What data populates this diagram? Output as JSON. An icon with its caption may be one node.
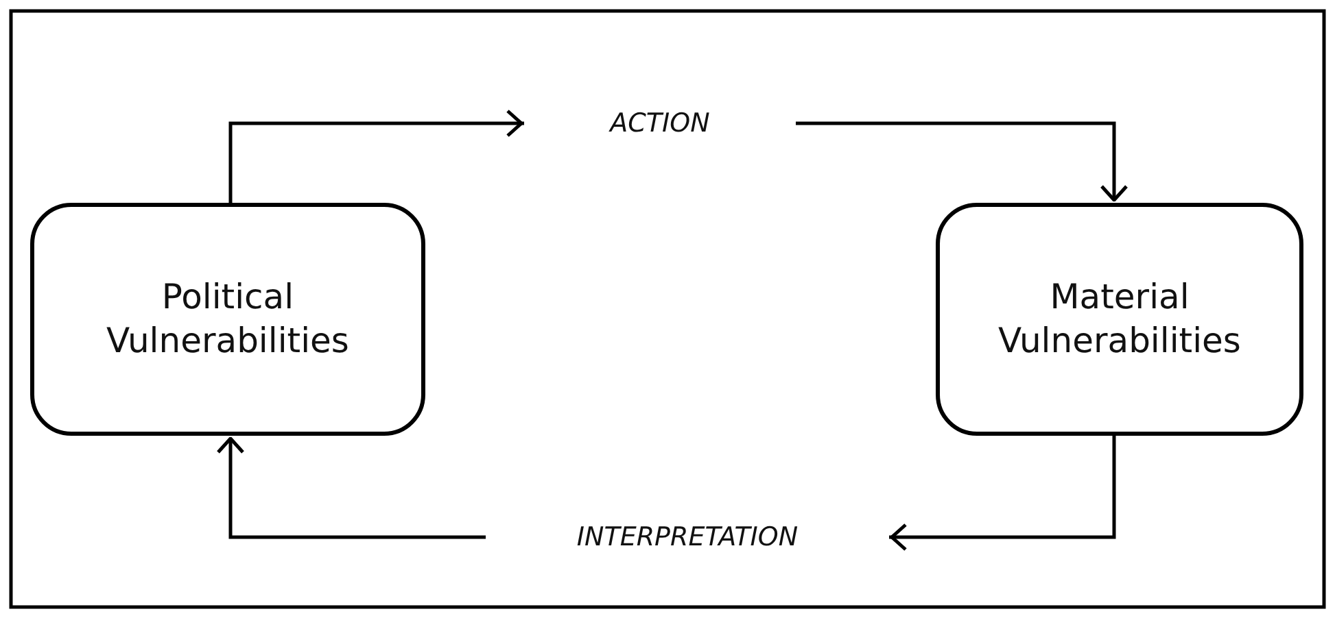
{
  "diagram": {
    "nodes": [
      {
        "text": [
          "Political Vulnerabilities"
        ]
      },
      {
        "text": [
          "Material Vulnerabilities"
        ]
      }
    ],
    "edges": [
      {
        "from": 0,
        "to": 1,
        "arrow": "to",
        "label": "ACTION"
      },
      {
        "from": 1,
        "to": 0,
        "arrow": "to",
        "label": "INTERPRETATION"
      }
    ]
  }
}
